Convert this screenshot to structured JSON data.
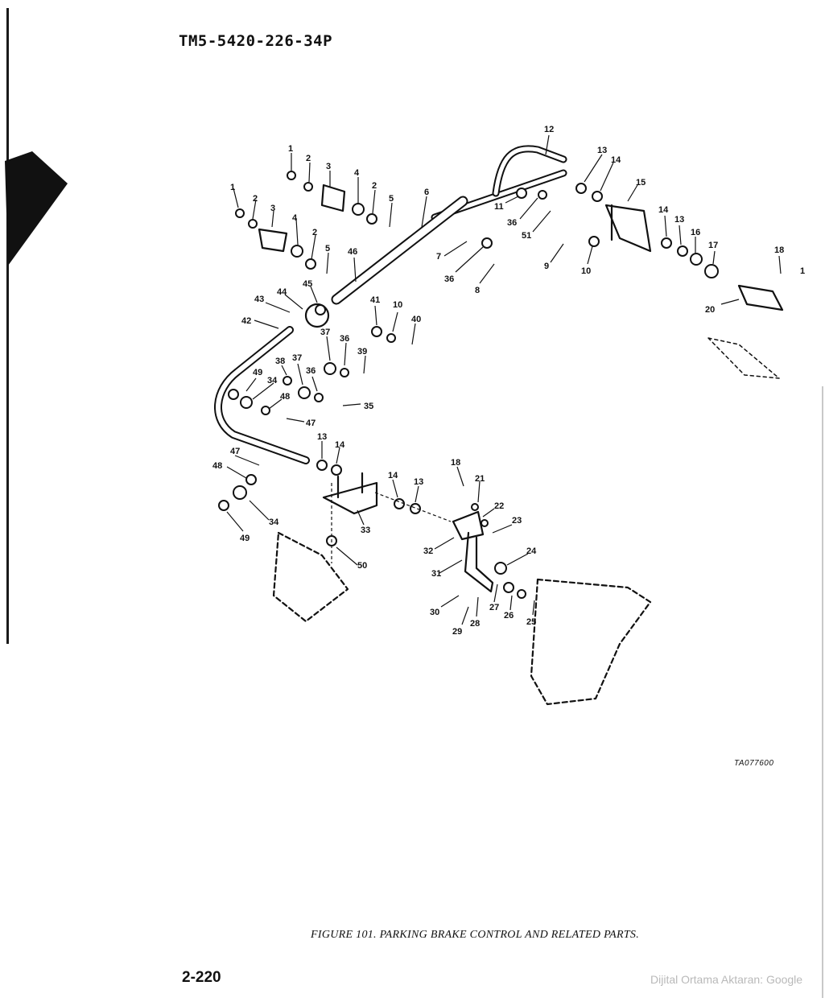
{
  "header": {
    "doc_id": "TM5-5420-226-34P"
  },
  "figure": {
    "caption": "FIGURE 101. PARKING BRAKE CONTROL AND RELATED PARTS.",
    "art_id": "TA077600",
    "callouts": [
      "1",
      "2",
      "3",
      "4",
      "2",
      "5",
      "6",
      "12",
      "13",
      "14",
      "15",
      "11",
      "36",
      "51",
      "1",
      "2",
      "3",
      "4",
      "2",
      "5",
      "46",
      "7",
      "36",
      "8",
      "9",
      "10",
      "14",
      "13",
      "16",
      "17",
      "18",
      "1",
      "20",
      "45",
      "44",
      "43",
      "42",
      "41",
      "10",
      "40",
      "37",
      "36",
      "39",
      "38",
      "37",
      "36",
      "49",
      "34",
      "48",
      "35",
      "47",
      "13",
      "14",
      "47",
      "48",
      "34",
      "49",
      "33",
      "14",
      "13",
      "18",
      "21",
      "22",
      "23",
      "32",
      "24",
      "31",
      "50",
      "30",
      "29",
      "28",
      "27",
      "26",
      "25"
    ]
  },
  "footer": {
    "page_number": "2-220",
    "attribution": "Dijital Ortama Aktaran: Google"
  }
}
